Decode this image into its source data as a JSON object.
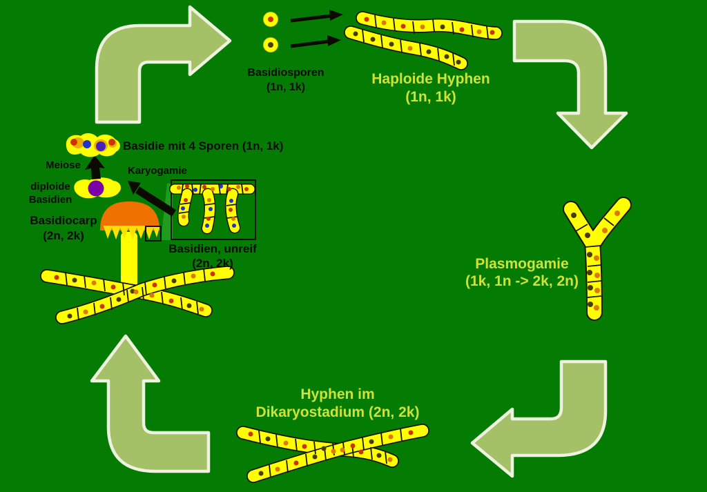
{
  "labels": {
    "basidiosporen": {
      "line1": "Basidiosporen",
      "line2": "(1n, 1k)"
    },
    "haploide_hyphen": {
      "line1": "Haploide Hyphen",
      "line2": "(1n, 1k)"
    },
    "basidie_sporen": {
      "text": "Basidie mit 4 Sporen (1n, 1k)"
    },
    "meiose": {
      "text": "Meiose"
    },
    "karyogamie": {
      "text": "Karyogamie"
    },
    "diploide_basidien": {
      "line1": "diploide",
      "line2": "Basidien"
    },
    "basidiocarp": {
      "line1": "Basidiocarp",
      "line2": "(2n, 2k)"
    },
    "basidien_unreif": {
      "line1": "Basidien, unreif",
      "line2": "(2n, 2k)"
    },
    "plasmogamie": {
      "line1": "Plasmogamie",
      "line2": "(1k, 1n -> 2k, 2n)"
    },
    "dikaryostadium": {
      "line1": "Hyphen im",
      "line2": "Dikaryostadium (2n, 2k)"
    }
  },
  "colors": {
    "background": "#047c04",
    "arrow_fill": "#a5c168",
    "arrow_outline": "#f0f2e0",
    "cell_yellow": "#ffff00",
    "label_black": "#0a0a00",
    "label_yellow": "#cfe23a",
    "cap_orange": "#ef7200",
    "nucleus_red": "#cc3300",
    "nucleus_orange": "#e07800",
    "nucleus_dark": "#4a3c00",
    "nucleus_blue": "#2233cc",
    "nucleus_purple": "#7a00a8"
  }
}
